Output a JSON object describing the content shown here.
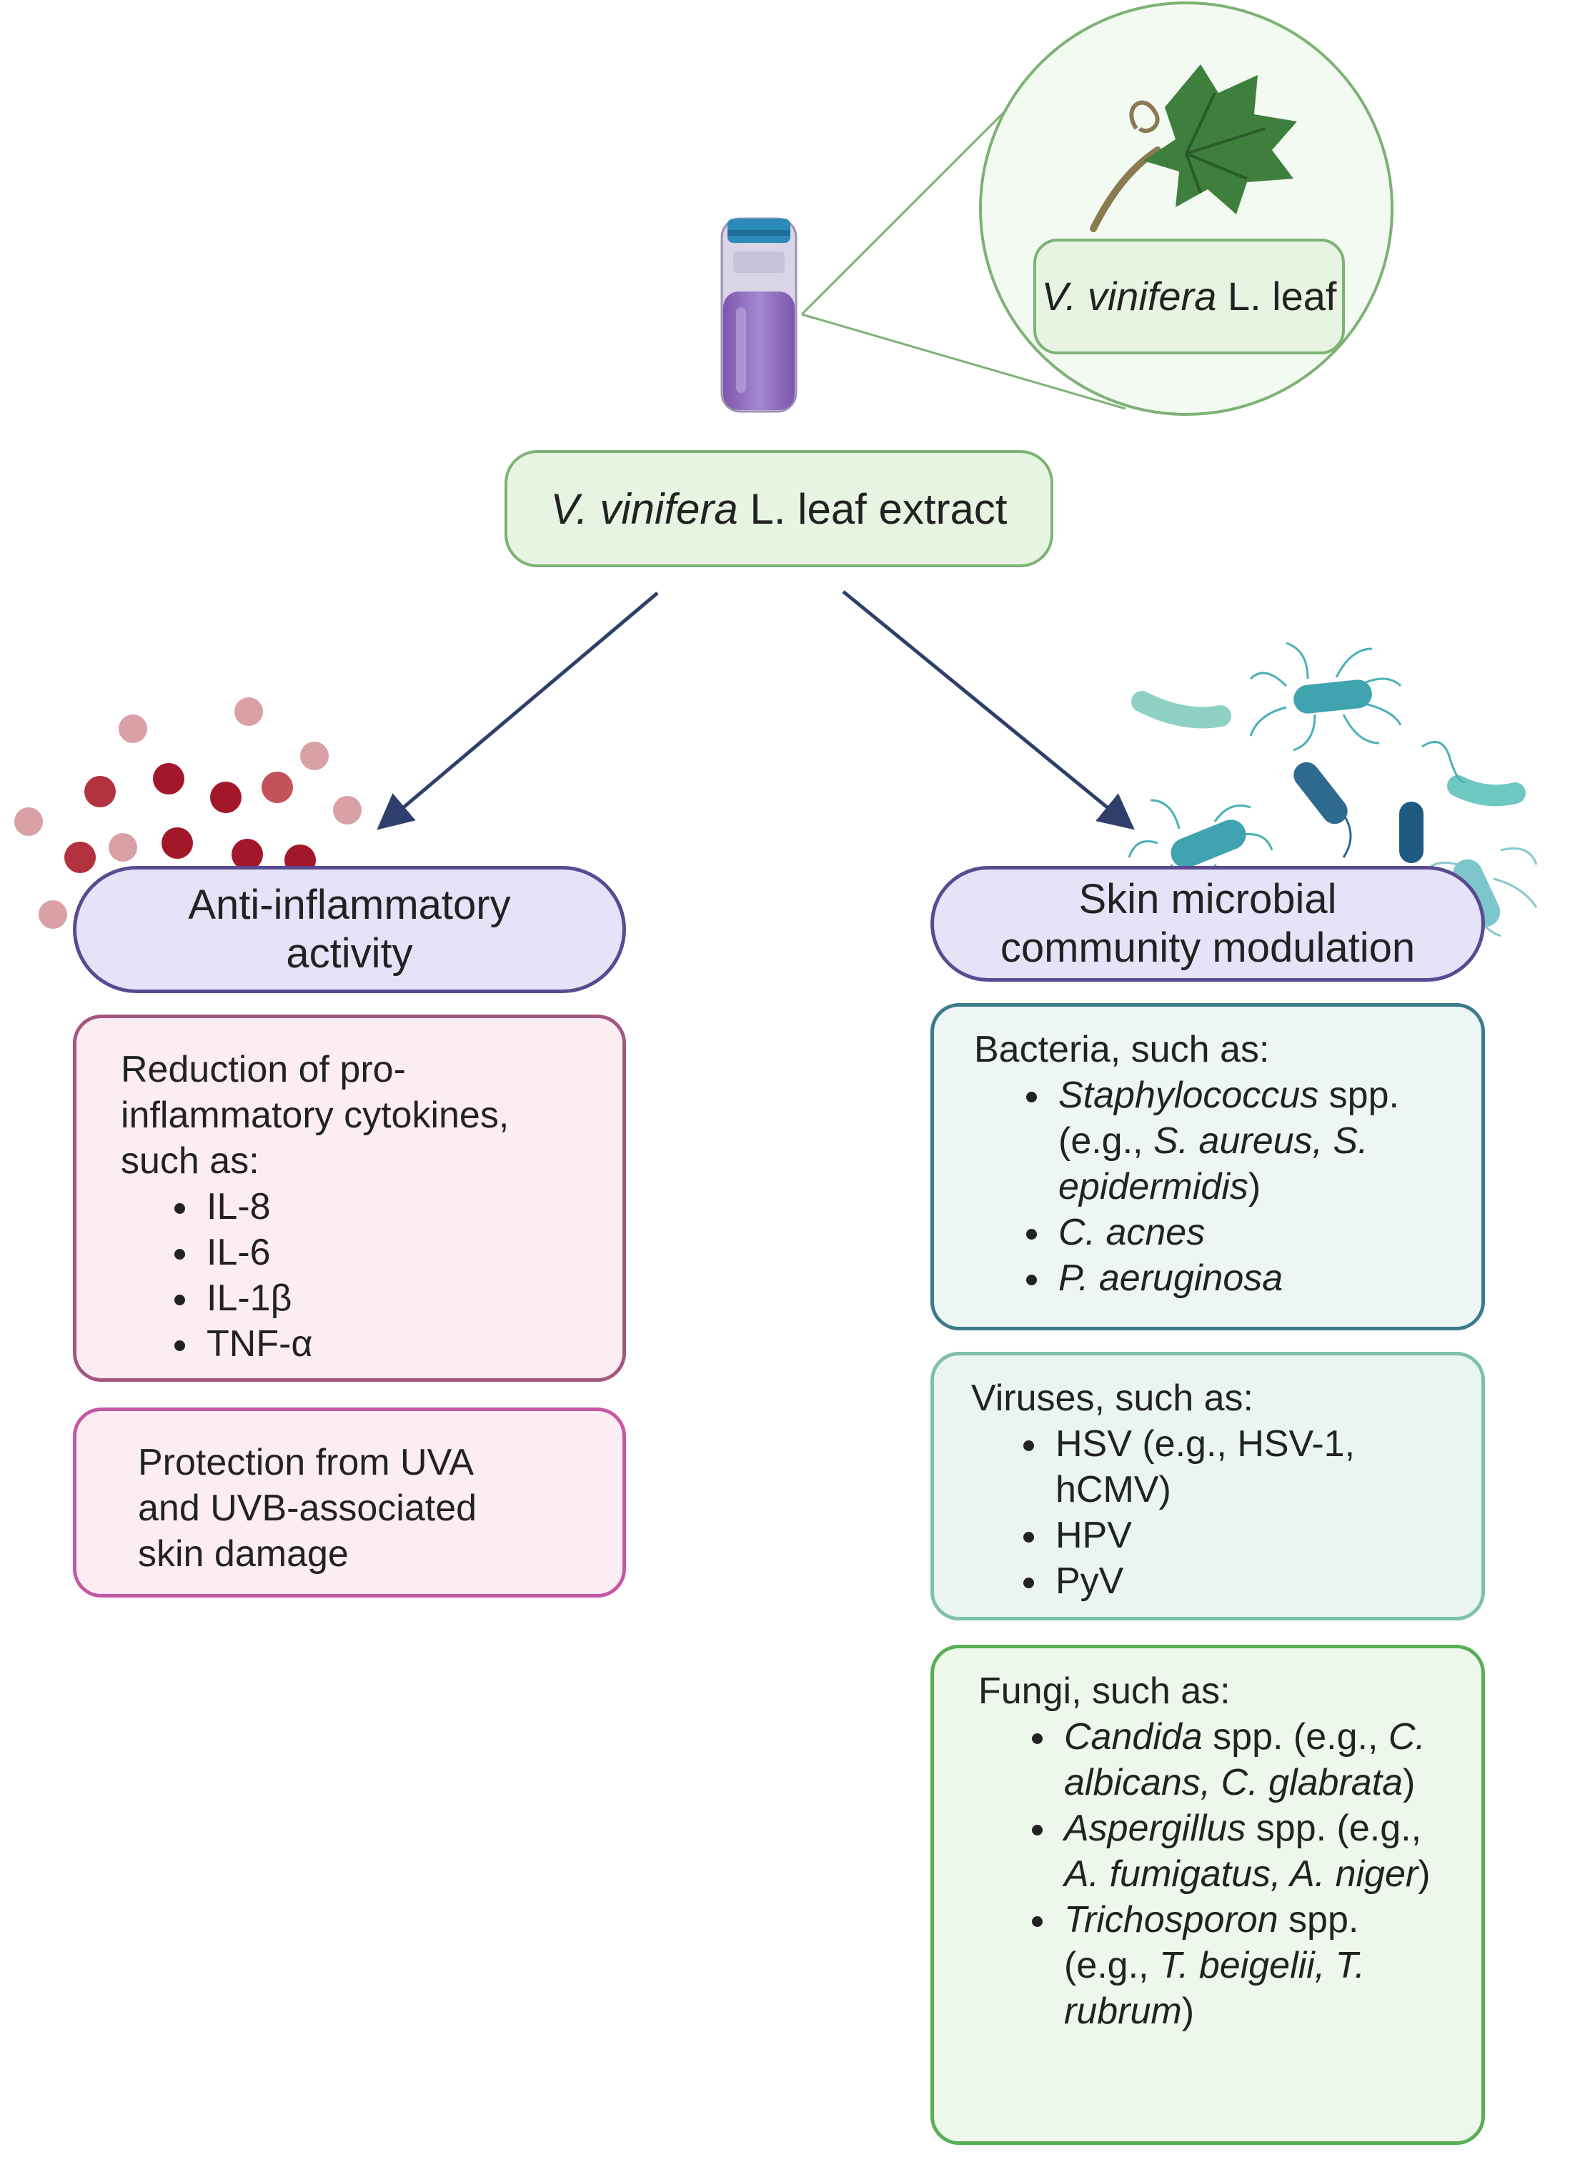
{
  "source": {
    "leaf_label": {
      "italic": "V. vinifera",
      "rest": " L. leaf"
    },
    "extract_label": {
      "italic": "V. vinifera",
      "rest": " L. leaf extract"
    }
  },
  "left": {
    "title": "Anti-inflammatory activity",
    "panel1": {
      "heading": "Reduction of pro-inflammatory cytokines, such as:",
      "items": [
        "IL-8",
        "IL-6",
        "IL-1β",
        "TNF-α"
      ]
    },
    "panel2": {
      "text": "Protection from UVA and UVB-associated skin damage"
    }
  },
  "right": {
    "title": "Skin microbial community modulation",
    "bacteria": {
      "heading": "Bacteria, such as:",
      "items": [
        {
          "i1": "Staphylococcus",
          "t1": " spp. (e.g., ",
          "i2": "S. aureus, S. epidermidis",
          "t2": ")"
        },
        {
          "i1": "C. acnes",
          "t1": "",
          "i2": "",
          "t2": ""
        },
        {
          "i1": "P. aeruginosa",
          "t1": "",
          "i2": "",
          "t2": ""
        }
      ]
    },
    "viruses": {
      "heading": "Viruses, such as:",
      "items": [
        "HSV (e.g., HSV-1, hCMV)",
        "HPV",
        "PyV"
      ]
    },
    "fungi": {
      "heading": "Fungi, such as:",
      "items": [
        {
          "i1": "Candida",
          "t1": " spp. (e.g., ",
          "i2": "C. albicans, C. glabrata",
          "t2": ")"
        },
        {
          "i1": "Aspergillus",
          "t1": " spp. (e.g., ",
          "i2": "A. fumigatus, A. niger",
          "t2": ")"
        },
        {
          "i1": "Trichosporon",
          "t1": " spp. (e.g., ",
          "i2": "T. beigelii, T. rubrum",
          "t2": ")"
        }
      ]
    }
  },
  "colors": {
    "arrow": "#2f3f6b",
    "bottle_liquid": "#8f6bbf",
    "bottle_cap": "#2b8ab8",
    "leaf": "#3e7f3e",
    "red_dot_dark": "#a3172b",
    "red_dot_light": "#d9a0a5",
    "microbe_teal": "#4bb0b8",
    "microbe_dark": "#2e6a8e"
  }
}
